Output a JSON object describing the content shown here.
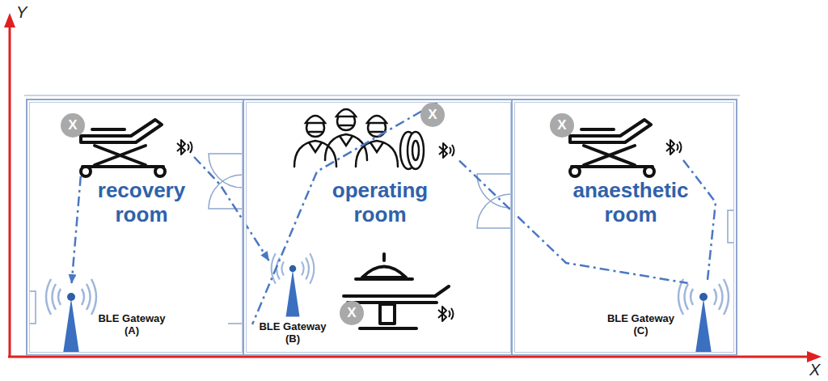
{
  "diagram": {
    "nodes": [
      {
        "text": [
          "recovery room"
        ]
      },
      {
        "text": [
          "X"
        ],
        "in": 0
      },
      {
        "text": [
          "BLE Gateway (A)"
        ],
        "in": 0
      },
      {
        "text": [
          "operating room"
        ]
      },
      {
        "text": [
          "X"
        ],
        "in": 3
      },
      {
        "text": [
          "X"
        ],
        "in": 3
      },
      {
        "text": [
          "BLE Gateway (B)"
        ],
        "in": 3
      },
      {
        "text": [
          "anaesthetic room"
        ]
      },
      {
        "text": [
          "X"
        ],
        "in": 7
      },
      {
        "text": [
          "BLE Gateway (C)"
        ],
        "in": 7
      }
    ],
    "edges": [
      {
        "from": 1,
        "to": 2,
        "arrow": "to"
      },
      {
        "from": 1,
        "to": 6,
        "arrow": "to"
      },
      {
        "from": 4,
        "to": 6,
        "arrow": "none"
      },
      {
        "from": 4,
        "to": 9,
        "arrow": "none"
      },
      {
        "from": 8,
        "to": 9,
        "arrow": "none"
      }
    ],
    "labels": [
      "Y",
      "X"
    ]
  }
}
